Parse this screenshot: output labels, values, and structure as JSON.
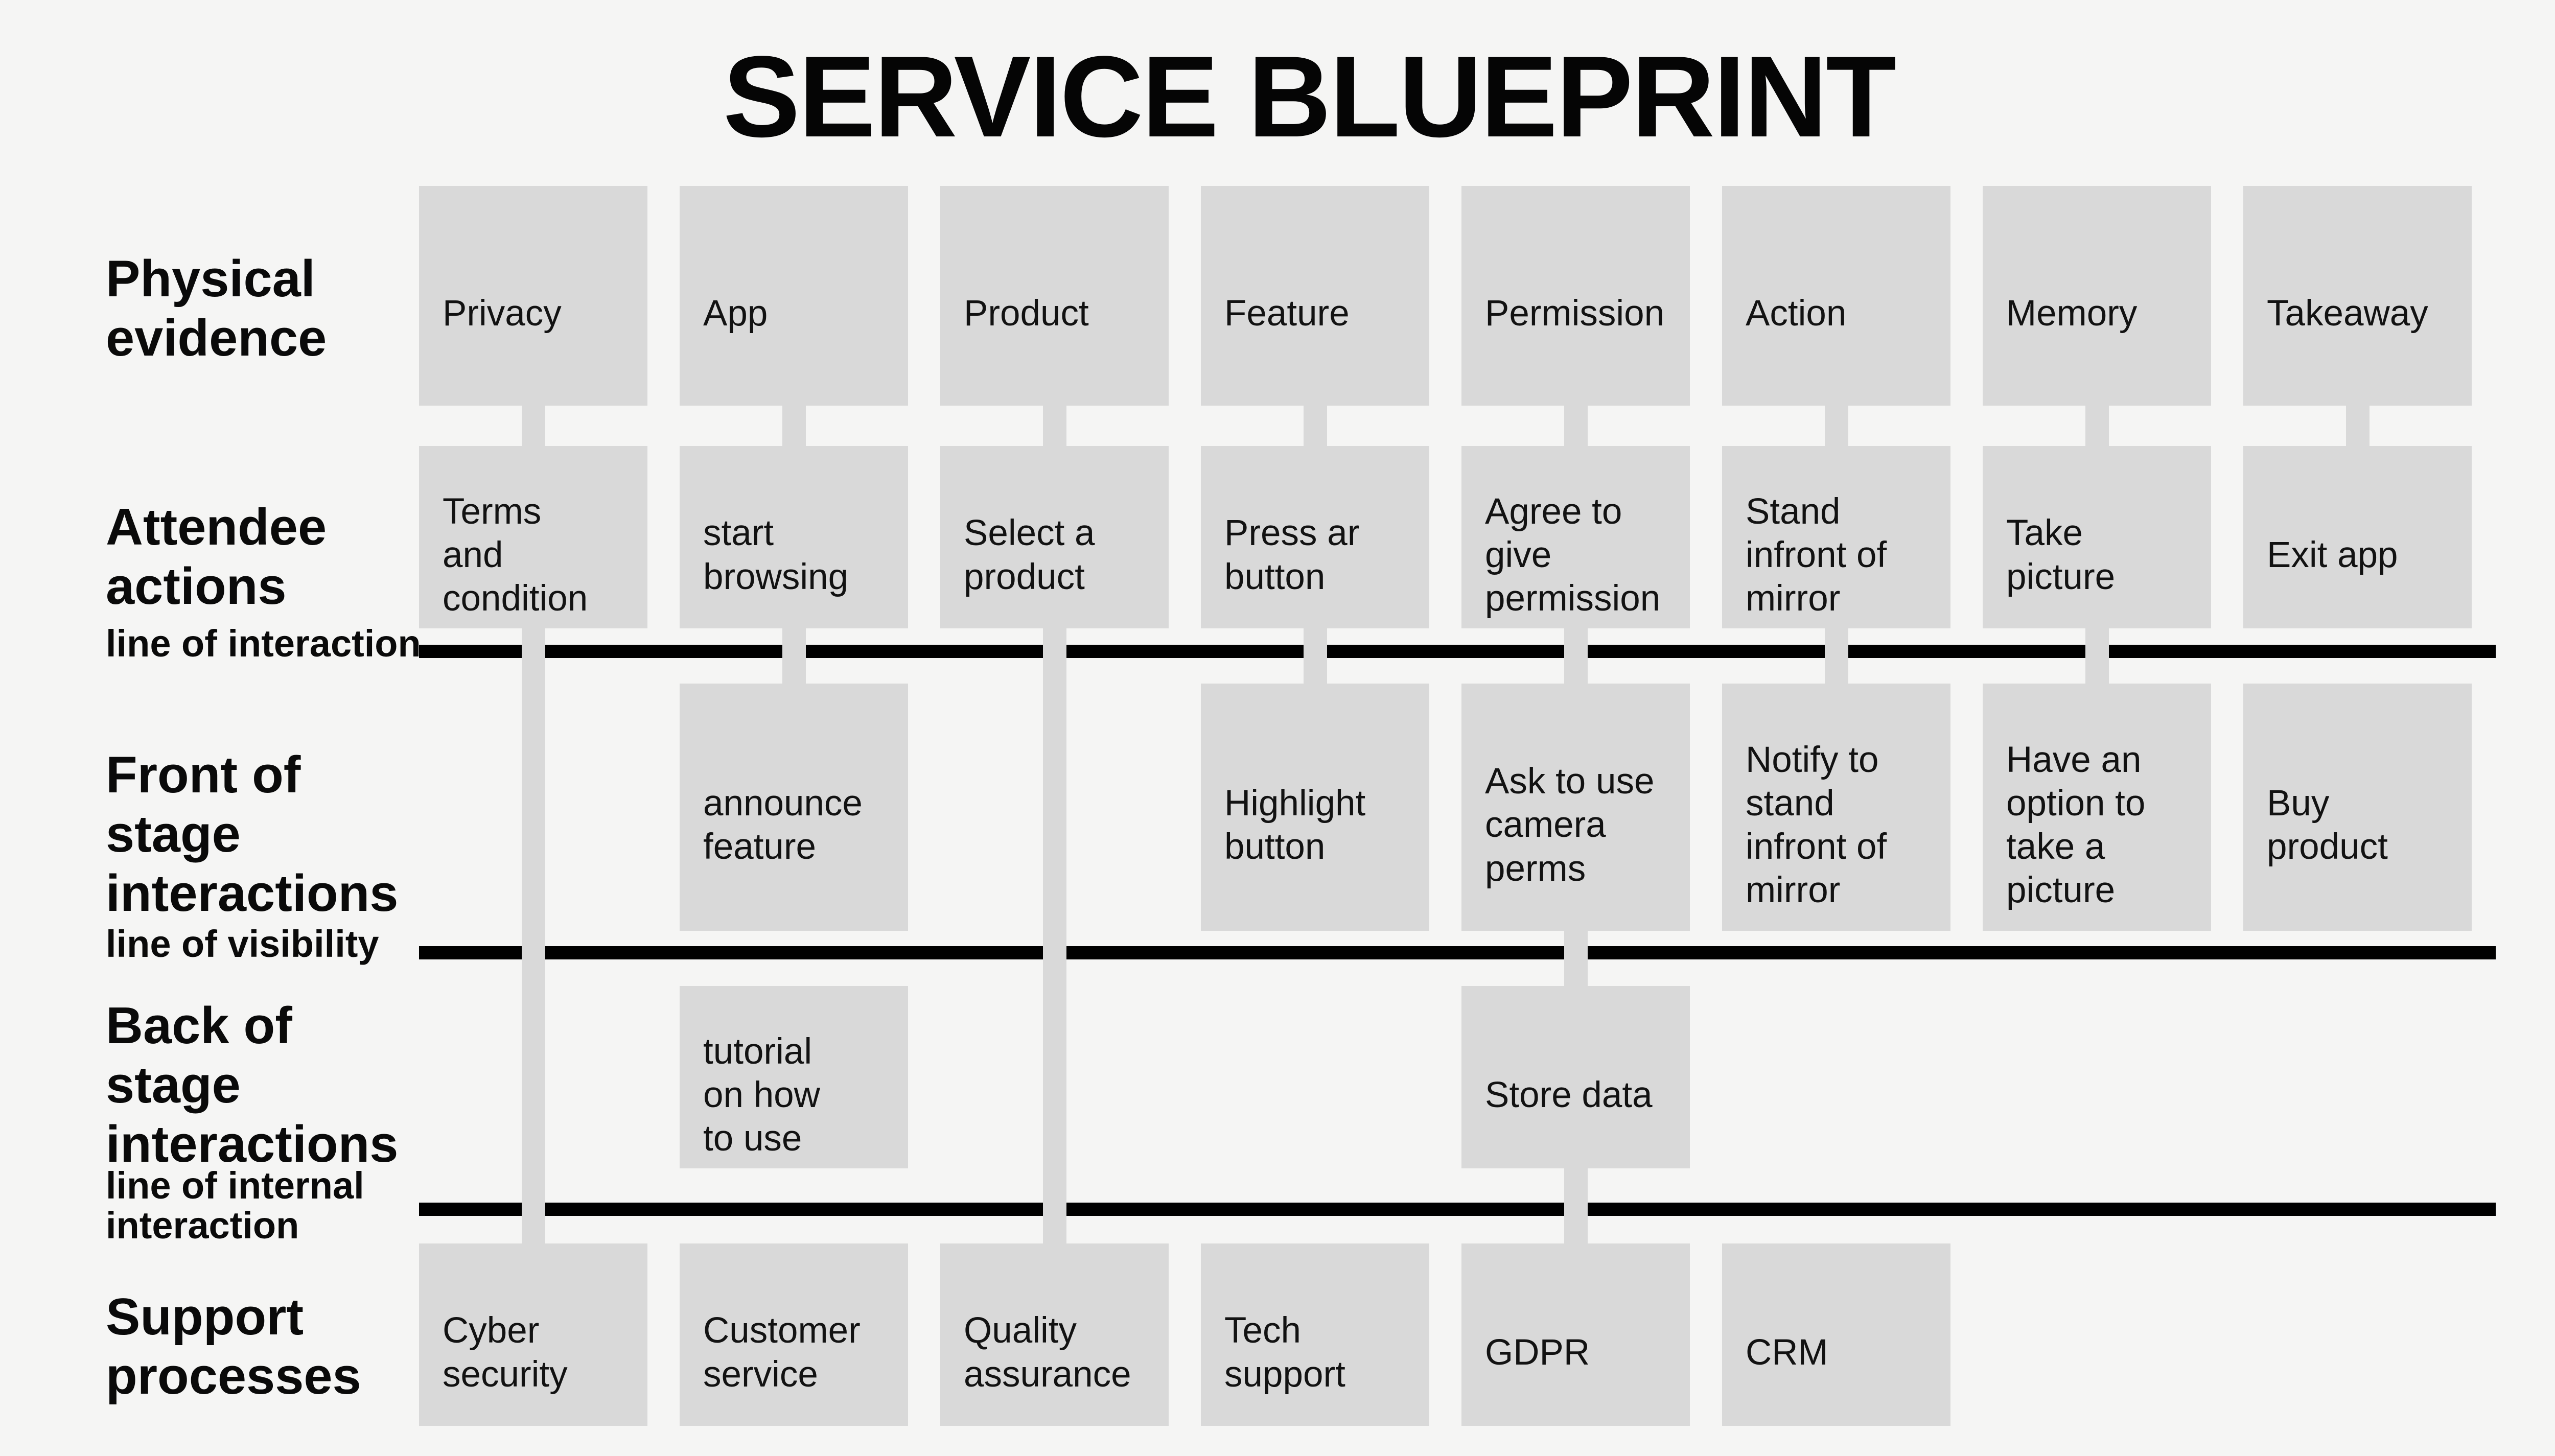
{
  "title": "SERVICE BLUEPRINT",
  "colors": {
    "background": "#f5f5f4",
    "box_fill": "#d9d9d9",
    "connector_fill": "#d9d9d9",
    "line_color": "#000000",
    "text_color": "#0e0e0e"
  },
  "row_labels": {
    "physical": "Physical\nevidence",
    "attendee": "Attendee\nactions",
    "front": "Front of\nstage\ninteractions",
    "back": "Back of\nstage\ninteractions",
    "support": "Support\nprocesses"
  },
  "line_labels": {
    "interaction": "line of interaction",
    "visibility": "line of visibility",
    "internal": "line of internal\ninteraction"
  },
  "columns": [
    {
      "physical": "Privacy",
      "attendee": "Terms\nand\ncondition",
      "front": null,
      "back": null,
      "support": "Cyber\nsecurity"
    },
    {
      "physical": "App",
      "attendee": "start\nbrowsing",
      "front": "announce\nfeature",
      "back": "tutorial\non how\nto use",
      "support": "Customer\nservice"
    },
    {
      "physical": "Product",
      "attendee": "Select a\nproduct",
      "front": null,
      "back": null,
      "support": "Quality\nassurance"
    },
    {
      "physical": "Feature",
      "attendee": "Press ar\nbutton",
      "front": "Highlight\nbutton",
      "back": null,
      "support": "Tech\nsupport"
    },
    {
      "physical": "Permission",
      "attendee": "Agree to\ngive\npermission",
      "front": "Ask to use\ncamera\nperms",
      "back": "Store data",
      "support": "GDPR"
    },
    {
      "physical": "Action",
      "attendee": "Stand\ninfront of\nmirror",
      "front": "Notify to\nstand\ninfront of\nmirror",
      "back": null,
      "support": "CRM"
    },
    {
      "physical": "Memory",
      "attendee": "Take\npicture",
      "front": "Have an\noption to\ntake a\npicture",
      "back": null,
      "support": null
    },
    {
      "physical": "Takeaway",
      "attendee": "Exit app",
      "front": "Buy\nproduct",
      "back": null,
      "support": null
    }
  ],
  "connectors": [
    {
      "col": 1,
      "from": "physical",
      "to": "attendee"
    },
    {
      "col": 2,
      "from": "physical",
      "to": "attendee"
    },
    {
      "col": 3,
      "from": "physical",
      "to": "attendee"
    },
    {
      "col": 4,
      "from": "physical",
      "to": "attendee"
    },
    {
      "col": 5,
      "from": "physical",
      "to": "attendee"
    },
    {
      "col": 6,
      "from": "physical",
      "to": "attendee"
    },
    {
      "col": 7,
      "from": "physical",
      "to": "attendee"
    },
    {
      "col": 8,
      "from": "physical",
      "to": "attendee"
    },
    {
      "col": 1,
      "from": "attendee",
      "to": "support"
    },
    {
      "col": 2,
      "from": "attendee",
      "to": "front"
    },
    {
      "col": 3,
      "from": "attendee",
      "to": "support"
    },
    {
      "col": 4,
      "from": "attendee",
      "to": "front"
    },
    {
      "col": 5,
      "from": "attendee",
      "to": "front"
    },
    {
      "col": 5,
      "from": "front",
      "to": "back"
    },
    {
      "col": 5,
      "from": "back",
      "to": "support"
    },
    {
      "col": 6,
      "from": "attendee",
      "to": "front"
    },
    {
      "col": 7,
      "from": "attendee",
      "to": "front"
    }
  ]
}
